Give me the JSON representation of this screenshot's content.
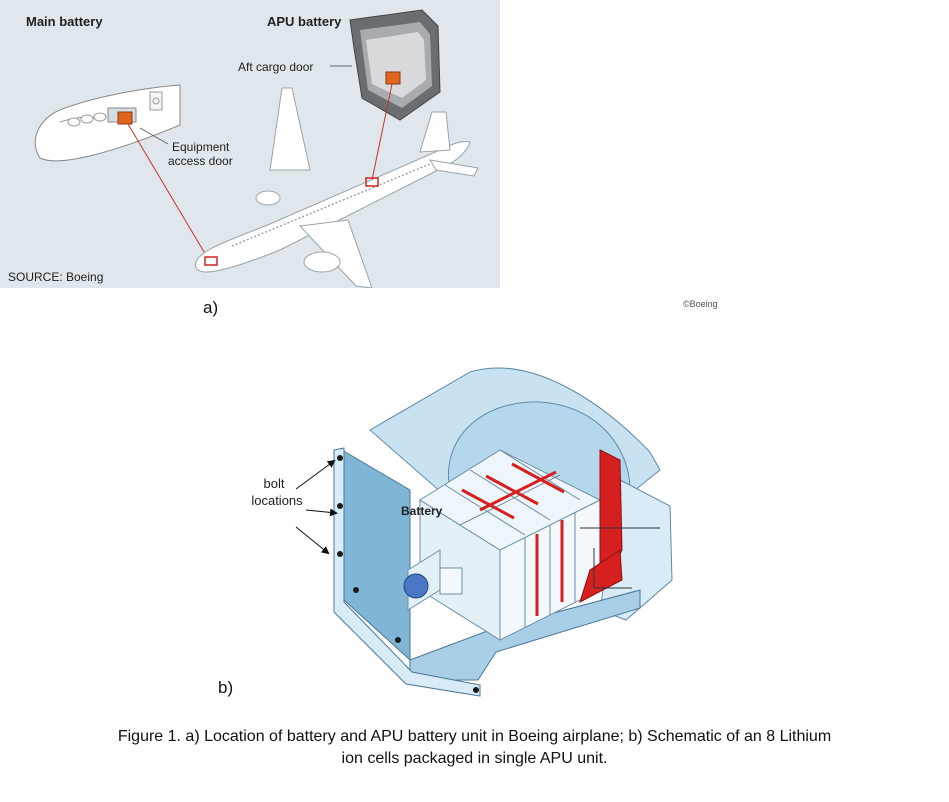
{
  "panel_a": {
    "main_battery": "Main battery",
    "apu_battery": "APU battery",
    "aft_cargo_door": "Aft cargo door",
    "equipment_access_door_line1": "Equipment",
    "equipment_access_door_line2": "access door",
    "source": "SOURCE: Boeing",
    "copyright": "©Boeing",
    "sub_label": "a)"
  },
  "panel_b": {
    "bolt_locations_line1": "bolt",
    "bolt_locations_line2": "locations",
    "battery": "Battery",
    "sub_label": "b)"
  },
  "caption": {
    "line1": "Figure 1. a) Location of battery and APU battery unit in Boeing airplane; b) Schematic of an 8 Lithium",
    "line2": "ion cells packaged in single APU unit."
  },
  "colors": {
    "panel_bg": "#dfe7ec",
    "highlight_red": "#d62020",
    "battery_orange": "#e0661e",
    "case_blue": "#a9cfe6"
  }
}
